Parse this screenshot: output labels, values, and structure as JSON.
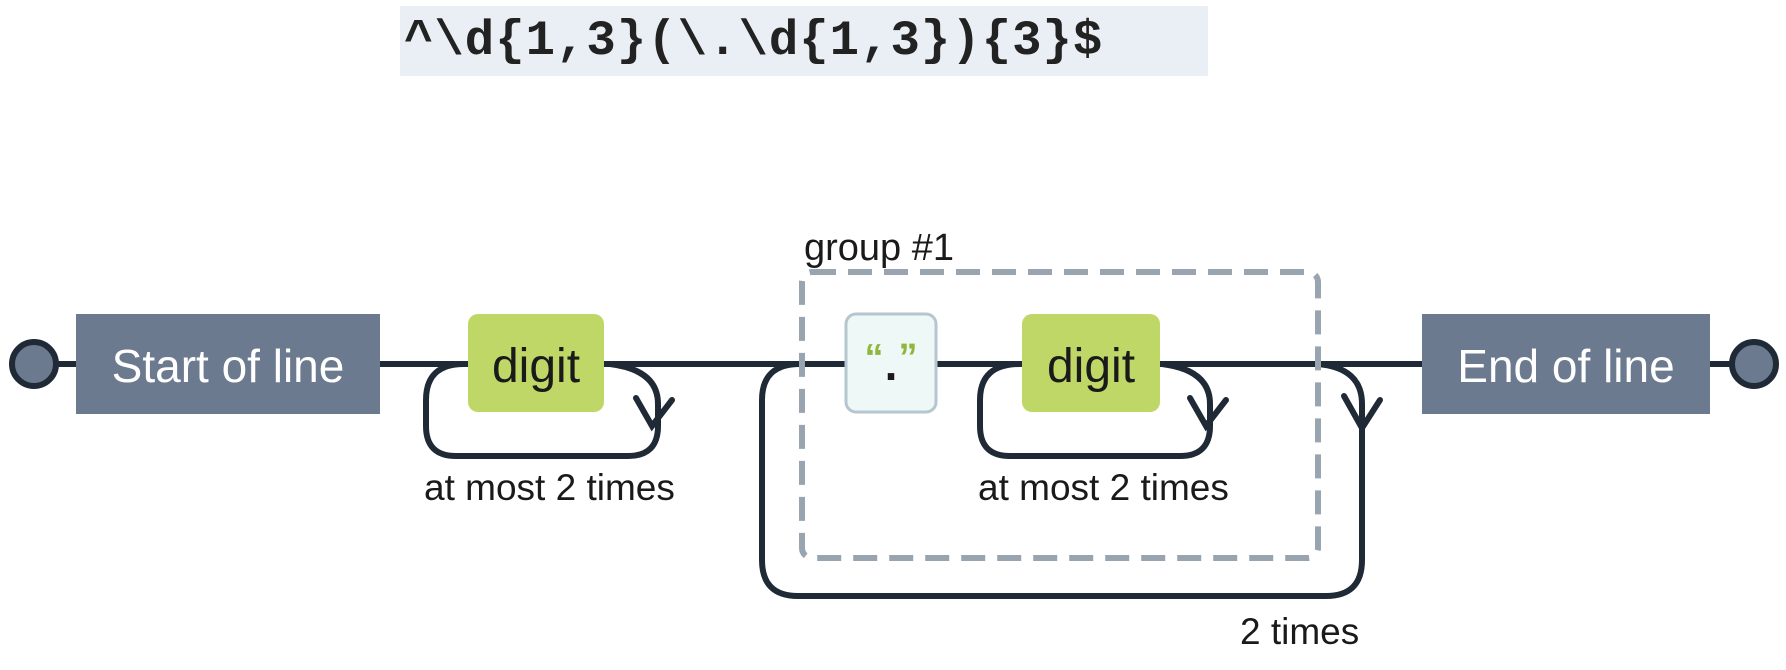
{
  "regex": {
    "pattern": "^\\d{1,3}(\\.\\d{1,3}){3}$"
  },
  "diagram": {
    "start_label": "Start of line",
    "end_label": "End of line",
    "digit_label_1": "digit",
    "digit_label_2": "digit",
    "literal_quote_open": "“",
    "literal_quote_close": "”",
    "literal_value": ".",
    "group_label": "group #1",
    "repeat_label_1": "at most 2 times",
    "repeat_label_2": "at most 2 times",
    "outer_repeat_label": "2 times",
    "colors": {
      "anchor_fill": "#6b7a8f",
      "digit_fill": "#bfd767",
      "literal_fill": "#eef9f7",
      "literal_stroke": "#b6c6d1",
      "line_stroke": "#1f2a36",
      "group_stroke": "#98a4b0",
      "quote_color": "#8fb73e"
    }
  }
}
